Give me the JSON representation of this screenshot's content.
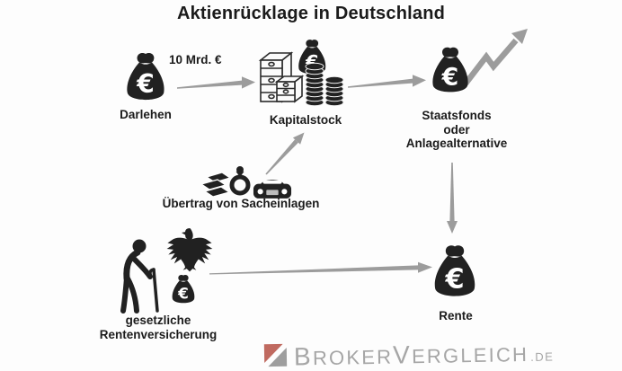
{
  "title": "Aktienrücklage in Deutschland",
  "annotations": {
    "loan_amount": "10 Mrd. €"
  },
  "nodes": {
    "darlehen": {
      "label": "Darlehen",
      "icon": "money-bag-euro-icon"
    },
    "kapitalstock": {
      "label": "Kapitalstock",
      "icon": "capital-stock-icon"
    },
    "staatsfonds": {
      "label": "Staatsfonds\noder\nAnlagealternative",
      "icon": "money-bag-growth-icon"
    },
    "sacheinlagen": {
      "label": "Übertrag von Sacheinlagen",
      "icons": [
        "gold-bars-icon",
        "ring-icon",
        "car-icon"
      ]
    },
    "rentenversicherung": {
      "label": "gesetzliche\nRentenversicherung",
      "icons": [
        "elderly-person-icon",
        "federal-eagle-icon",
        "money-bag-euro-icon"
      ]
    },
    "rente": {
      "label": "Rente",
      "icon": "money-bag-euro-icon"
    }
  },
  "flows": [
    {
      "from": "darlehen",
      "to": "kapitalstock",
      "label": "10 Mrd. €"
    },
    {
      "from": "kapitalstock",
      "to": "staatsfonds"
    },
    {
      "from": "sacheinlagen",
      "to": "kapitalstock"
    },
    {
      "from": "staatsfonds",
      "to": "rente"
    },
    {
      "from": "rentenversicherung",
      "to": "rente"
    }
  ],
  "icons": {
    "euro_glyph": "€"
  },
  "logo": {
    "b": "B",
    "roker": "ROKER",
    "v": "V",
    "ergleich": "ERGLEICH",
    "tld": ".DE"
  },
  "colors": {
    "icon_dark": "#212121",
    "arrow_gray": "#9c9c9c",
    "text": "#1b1b1b",
    "logo_gray": "#a6a6a6",
    "logo_red": "#c06a60"
  }
}
